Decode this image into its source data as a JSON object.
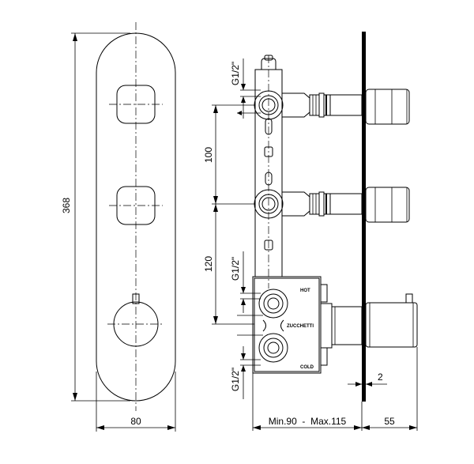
{
  "dimensions": {
    "height_368": "368",
    "width_80": "80",
    "spacing_100": "100",
    "spacing_120": "120",
    "thread_top": "G1/2\"",
    "thread_mid": "G1/2\"",
    "thread_bottom": "G1/2\"",
    "depth_range": "Min.90  -  Max.115",
    "depth_55": "55",
    "plate_2": "2"
  },
  "labels": {
    "hot": "HOT",
    "cold": "COLD",
    "brand": "ZUCCHETTI"
  }
}
